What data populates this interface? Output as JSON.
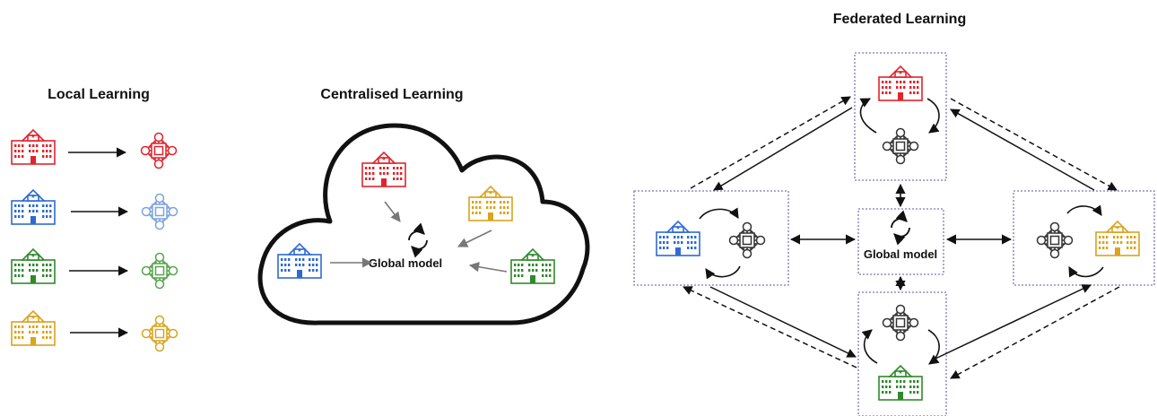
{
  "sections": {
    "local": {
      "title": "Local Learning"
    },
    "centralised": {
      "title": "Centralised Learning",
      "global_model_label": "Global model"
    },
    "federated": {
      "title": "Federated Learning",
      "global_model_label": "Global model"
    }
  },
  "colors": {
    "red": "#e0242c",
    "blue": "#2e6bd1",
    "green": "#2f8a2c",
    "yellow": "#d9a41e",
    "model_red": "#e0242c",
    "model_blue": "#7ba3e0",
    "model_green": "#55a54c",
    "model_yellow": "#d9a41e",
    "model_gray": "#333333",
    "arrow": "#111111",
    "arrow_gray": "#777777",
    "box_border": "#7a78b8"
  },
  "icons": {
    "hospital": "hospital-icon",
    "model": "model-chip-icon",
    "cycle": "refresh-cycle-icon"
  }
}
